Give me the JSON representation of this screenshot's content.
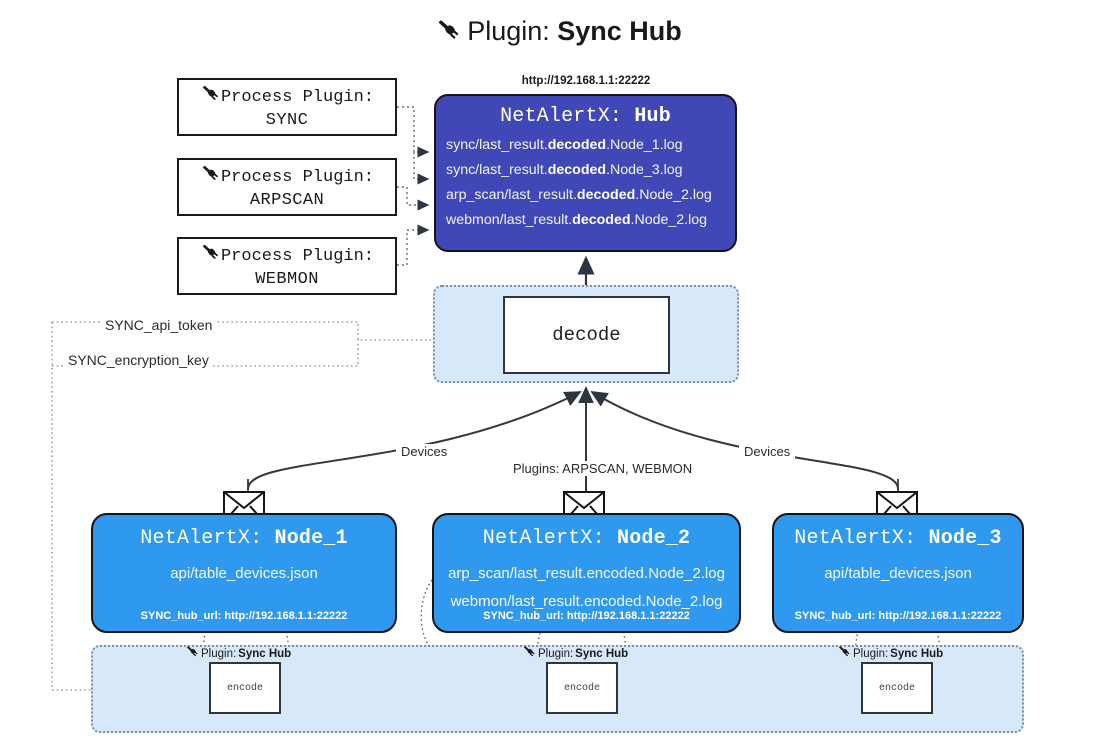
{
  "title": {
    "icon": "plug-icon",
    "prefix": "Plugin: ",
    "name": "Sync Hub"
  },
  "process_plugins": [
    {
      "icon": "plug-icon",
      "label": "Process Plugin:",
      "name": "SYNC"
    },
    {
      "icon": "plug-icon",
      "label": "Process Plugin:",
      "name": "ARPSCAN"
    },
    {
      "icon": "plug-icon",
      "label": "Process Plugin:",
      "name": "WEBMON"
    }
  ],
  "hub": {
    "url": "http://192.168.1.1:22222",
    "title_prefix": "NetAlertX: ",
    "title_name": "Hub",
    "logs": [
      {
        "pre": "sync/last_result.",
        "mid": "decoded",
        "post": ".Node_1.log"
      },
      {
        "pre": "sync/last_result.",
        "mid": "decoded",
        "post": ".Node_3.log"
      },
      {
        "pre": "arp_scan/last_result.",
        "mid": "decoded",
        "post": ".Node_2.log"
      },
      {
        "pre": "webmon/last_result.",
        "mid": "decoded",
        "post": ".Node_2.log"
      }
    ]
  },
  "decode": {
    "label": "decode"
  },
  "keys": {
    "api_token": "SYNC_api_token",
    "encryption_key": "SYNC_encryption_key"
  },
  "edge_labels": {
    "devices_left": "Devices",
    "devices_right": "Devices",
    "plugins_center": "Plugins: ARPSCAN, WEBMON"
  },
  "nodes": [
    {
      "title_prefix": "NetAlertX: ",
      "title_name": "Node_1",
      "lines": [
        "api/table_devices.json"
      ],
      "footer": "SYNC_hub_url: http://192.168.1.1:22222",
      "icon": "envelope-icon"
    },
    {
      "title_prefix": "NetAlertX: ",
      "title_name": "Node_2",
      "lines": [
        "arp_scan/last_result.encoded.Node_2.log",
        "webmon/last_result.encoded.Node_2.log"
      ],
      "footer": "SYNC_hub_url: http://192.168.1.1:22222",
      "icon": "envelope-icon"
    },
    {
      "title_prefix": "NetAlertX: ",
      "title_name": "Node_3",
      "lines": [
        "api/table_devices.json"
      ],
      "footer": "SYNC_hub_url: http://192.168.1.1:22222",
      "icon": "envelope-icon"
    }
  ],
  "encoders": [
    {
      "tag_prefix": "Plugin: ",
      "tag_name": "Sync Hub",
      "label": "encode",
      "icon": "plug-icon"
    },
    {
      "tag_prefix": "Plugin: ",
      "tag_name": "Sync Hub",
      "label": "encode",
      "icon": "plug-icon"
    },
    {
      "tag_prefix": "Plugin: ",
      "tag_name": "Sync Hub",
      "label": "encode",
      "icon": "plug-icon"
    }
  ],
  "colors": {
    "hub_fill": "#4048b8",
    "node_fill": "#2f99f0",
    "group_fill": "#d6e8f9",
    "stroke": "#141414"
  }
}
